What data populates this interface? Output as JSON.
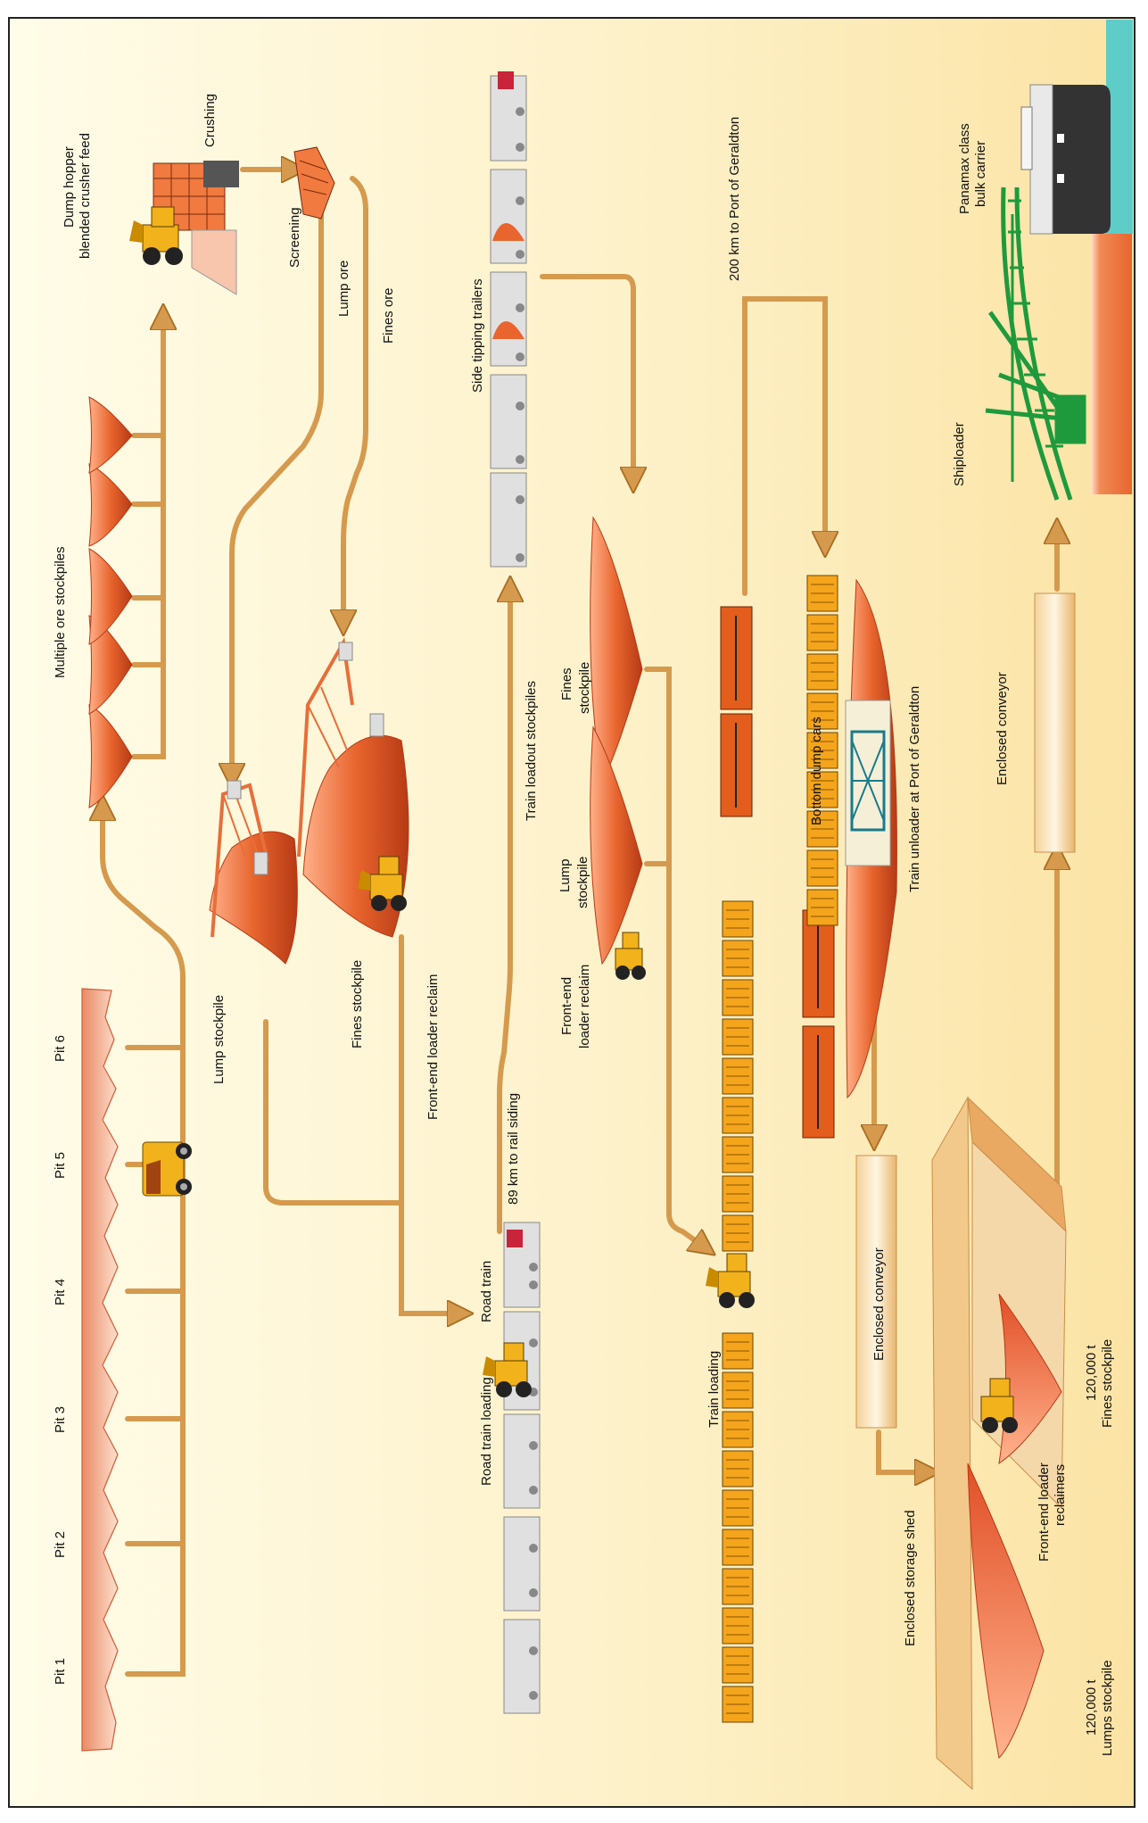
{
  "colors": {
    "background_light": "#fffbe6",
    "background_warm": "#fbe4a8",
    "ore_orange": "#e8652e",
    "ore_dark": "#c2411c",
    "flow_arrow": "#d59a4d",
    "arrow_outline": "#a96d22",
    "rail_car_yellow": "#f4a51c",
    "locomotive_orange": "#e35d1d",
    "shiploader_green": "#1e9a3c",
    "sea_teal": "#5ecdc7",
    "truck_yellow": "#f2b21b",
    "trailer_grey": "#d9d9d9"
  },
  "labels": {
    "pit1": "Pit 1",
    "pit2": "Pit 2",
    "pit3": "Pit 3",
    "pit4": "Pit 4",
    "pit5": "Pit 5",
    "pit6": "Pit 6",
    "multiple_stockpiles": "Multiple ore stockpiles",
    "dump_hopper_line1": "Dump hopper",
    "dump_hopper_line2": "blended crusher feed",
    "crushing": "Crushing",
    "screening": "Screening",
    "lump_ore": "Lump ore",
    "fines_ore": "Fines ore",
    "lump_stockpile": "Lump stockpile",
    "fines_stockpile": "Fines stockpile",
    "fel_reclaim": "Front-end loader reclaim",
    "rail_siding": "89 km to rail siding",
    "road_train": "Road train",
    "road_train_loading": "Road train loading",
    "side_tipping": "Side tipping trailers",
    "train_loadout": "Train loadout stockpiles",
    "lump_stockpile2_line1": "Lump",
    "lump_stockpile2_line2": "stockpile",
    "fines_stockpile2_line1": "Fines",
    "fines_stockpile2_line2": "stockpile",
    "fel_reclaim2_line1": "Front-end",
    "fel_reclaim2_line2": "loader reclaim",
    "port_distance": "200 km to Port of Geraldton",
    "bottom_dump": "Bottom dump cars",
    "train_unloader": "Train unloader at Port of Geraldton",
    "train_loading": "Train loading",
    "enclosed_conveyor_1": "Enclosed conveyor",
    "enclosed_conveyor_2": "Enclosed conveyor",
    "enclosed_shed": "Enclosed storage shed",
    "fel_reclaimers_line1": "Front-end loader",
    "fel_reclaimers_line2": "reclaimers",
    "fines_120_line1": "120,000 t",
    "fines_120_line2": "Fines stockpile",
    "lumps_120_line1": "120,000 t",
    "lumps_120_line2": "Lumps stockpile",
    "shiploader": "Shiploader",
    "panamax_line1": "Panamax class",
    "panamax_line2": "bulk carrier"
  },
  "icons": {
    "haul_truck": "haul-truck-icon",
    "front_end_loader": "front-end-loader-icon",
    "road_train": "road-train-icon",
    "locomotive": "locomotive-icon",
    "rail_wagon": "rail-wagon-icon",
    "stacker": "stacker-icon",
    "shiploader": "shiploader-icon",
    "bulk_carrier": "bulk-carrier-icon"
  }
}
